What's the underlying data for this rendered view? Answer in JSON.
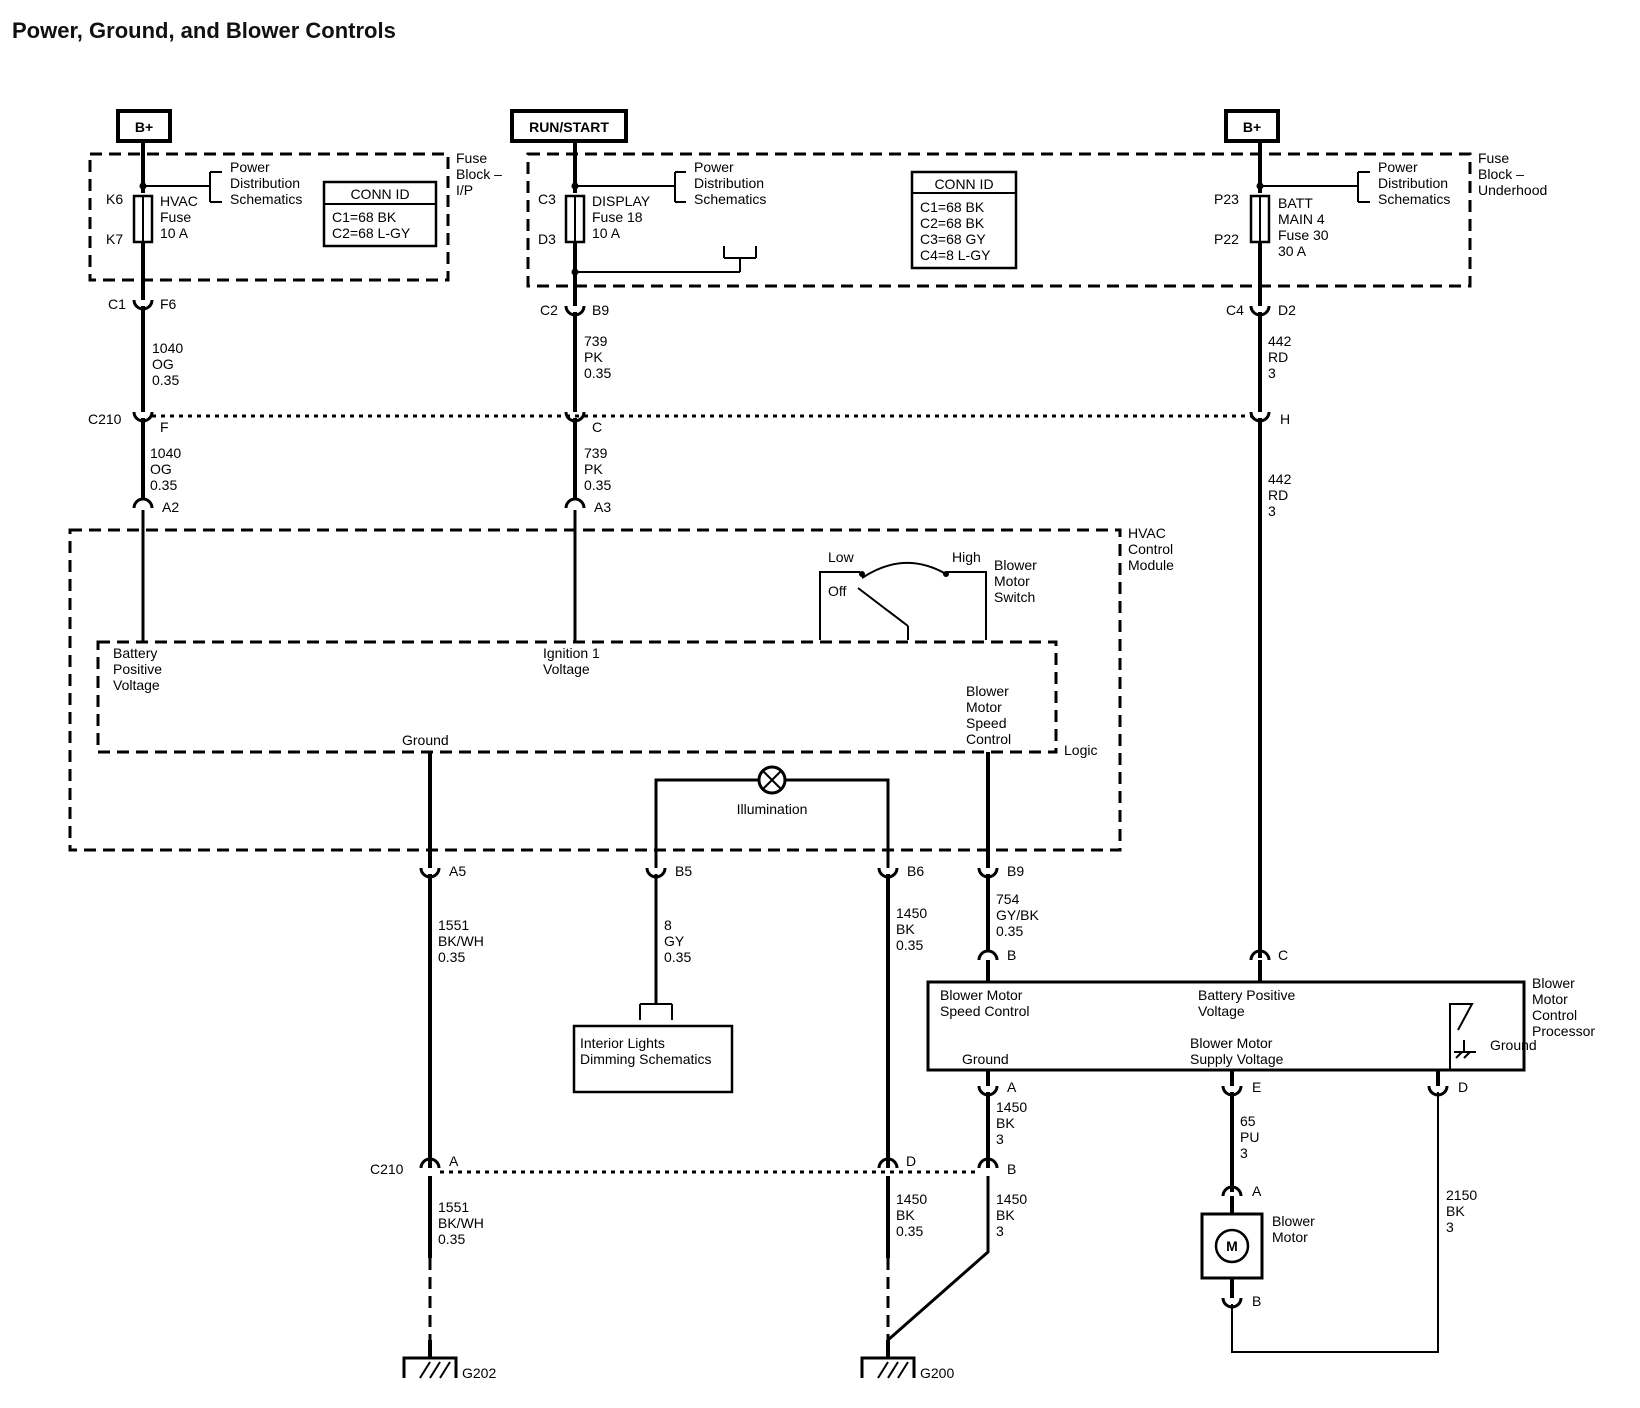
{
  "title": "Power, Ground, and Blower Controls",
  "sources": {
    "b_plus_left": "B+",
    "run_start": "RUN/START",
    "b_plus_right": "B+"
  },
  "fuse_blocks": {
    "ip_label": [
      "Fuse",
      "Block –",
      "I/P"
    ],
    "underhood_label": [
      "Fuse",
      "Block –",
      "Underhood"
    ],
    "power_distribution": [
      "Power",
      "Distribution",
      "Schematics"
    ]
  },
  "fuses": {
    "hvac": {
      "top_pin": "K6",
      "bottom_pin": "K7",
      "name": [
        "HVAC",
        "Fuse",
        "10 A"
      ]
    },
    "display": {
      "top_pin": "C3",
      "bottom_pin": "D3",
      "name": [
        "DISPLAY",
        "Fuse 18",
        "10 A"
      ]
    },
    "batt": {
      "top_pin": "P23",
      "bottom_pin": "P22",
      "name": [
        "BATT",
        "MAIN 4",
        "Fuse 30",
        "30 A"
      ]
    }
  },
  "conn_id_ip": {
    "header": "CONN ID",
    "rows": [
      "C1=68 BK",
      "C2=68 L-GY"
    ]
  },
  "conn_id_underhood": {
    "header": "CONN ID",
    "rows": [
      "C1=68 BK",
      "C2=68 BK",
      "C3=68 GY",
      "C4=8 L-GY"
    ]
  },
  "connectors": {
    "c1": "C1",
    "f6": "F6",
    "c2": "C2",
    "b9_top": "B9",
    "c4": "C4",
    "d2": "D2",
    "c210_top": "C210",
    "f": "F",
    "c": "C",
    "h": "H",
    "a2": "A2",
    "a3": "A3",
    "a5": "A5",
    "b5": "B5",
    "b6": "B6",
    "b9_mid": "B9",
    "bmc_b": "B",
    "bmc_c": "C",
    "bmc_a": "A",
    "bmc_e": "E",
    "bmc_d": "D",
    "c210_bottom": "C210",
    "c210_a": "A",
    "c210_d": "D",
    "c210_b": "B",
    "motor_a": "A",
    "motor_b": "B"
  },
  "wires": {
    "w1040_top": [
      "1040",
      "OG",
      "0.35"
    ],
    "w739_top": [
      "739",
      "PK",
      "0.35"
    ],
    "w442_top": [
      "442",
      "RD",
      "3"
    ],
    "w1040_mid": [
      "1040",
      "OG",
      "0.35"
    ],
    "w739_mid": [
      "739",
      "PK",
      "0.35"
    ],
    "w442_mid": [
      "442",
      "RD",
      "3"
    ],
    "w1551_top": [
      "1551",
      "BK/WH",
      "0.35"
    ],
    "w8": [
      "8",
      "GY",
      "0.35"
    ],
    "w1450_top": [
      "1450",
      "BK",
      "0.35"
    ],
    "w754": [
      "754",
      "GY/BK",
      "0.35"
    ],
    "w1450_bmc": [
      "1450",
      "BK",
      "3"
    ],
    "w65": [
      "65",
      "PU",
      "3"
    ],
    "w2150": [
      "2150",
      "BK",
      "3"
    ],
    "w1551_bottom": [
      "1551",
      "BK/WH",
      "0.35"
    ],
    "w1450_bottom_left": [
      "1450",
      "BK",
      "0.35"
    ],
    "w1450_bottom_right": [
      "1450",
      "BK",
      "3"
    ]
  },
  "hvac_module": {
    "name": [
      "HVAC",
      "Control",
      "Module"
    ],
    "battery_positive": [
      "Battery",
      "Positive",
      "Voltage"
    ],
    "ignition": [
      "Ignition 1",
      "Voltage"
    ],
    "blower_speed": [
      "Blower",
      "Motor",
      "Speed",
      "Control"
    ],
    "ground": "Ground",
    "logic": "Logic",
    "illumination": "Illumination",
    "switch_name": [
      "Blower",
      "Motor",
      "Switch"
    ],
    "low": "Low",
    "high": "High",
    "off": "Off"
  },
  "interior_lights": [
    "Interior Lights",
    "Dimming Schematics"
  ],
  "processor": {
    "name": [
      "Blower",
      "Motor",
      "Control",
      "Processor"
    ],
    "speed_control": [
      "Blower Motor",
      "Speed Control"
    ],
    "battery_positive": [
      "Battery Positive",
      "Voltage"
    ],
    "ground_left": "Ground",
    "supply": [
      "Blower Motor",
      "Supply Voltage"
    ],
    "ground_right": "Ground"
  },
  "motor": {
    "symbol": "M",
    "name": [
      "Blower",
      "Motor"
    ]
  },
  "grounds": {
    "g202": "G202",
    "g200": "G200"
  }
}
